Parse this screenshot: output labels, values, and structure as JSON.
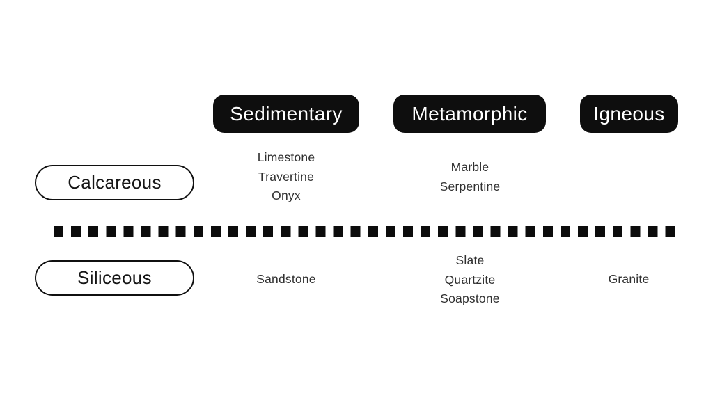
{
  "matrix": {
    "columns": [
      {
        "label": "Sedimentary"
      },
      {
        "label": "Metamorphic"
      },
      {
        "label": "Igneous"
      }
    ],
    "rows": [
      {
        "label": "Calcareous"
      },
      {
        "label": "Siliceous"
      }
    ],
    "cells": {
      "calcareous_sedimentary": [
        "Limestone",
        "Travertine",
        "Onyx"
      ],
      "calcareous_metamorphic": [
        "Marble",
        "Serpentine"
      ],
      "siliceous_sedimentary": [
        "Sandstone"
      ],
      "siliceous_metamorphic": [
        "Slate",
        "Quartzite",
        "Soapstone"
      ],
      "siliceous_igneous": [
        "Granite"
      ]
    }
  },
  "colors": {
    "canvas-bg": "#ffffff",
    "header-bg": "#0e0e0e",
    "header-text": "#ffffff",
    "row-border": "#101010",
    "row-text": "#161616",
    "body-text": "#303030",
    "dash-color": "#0c0c0c"
  }
}
